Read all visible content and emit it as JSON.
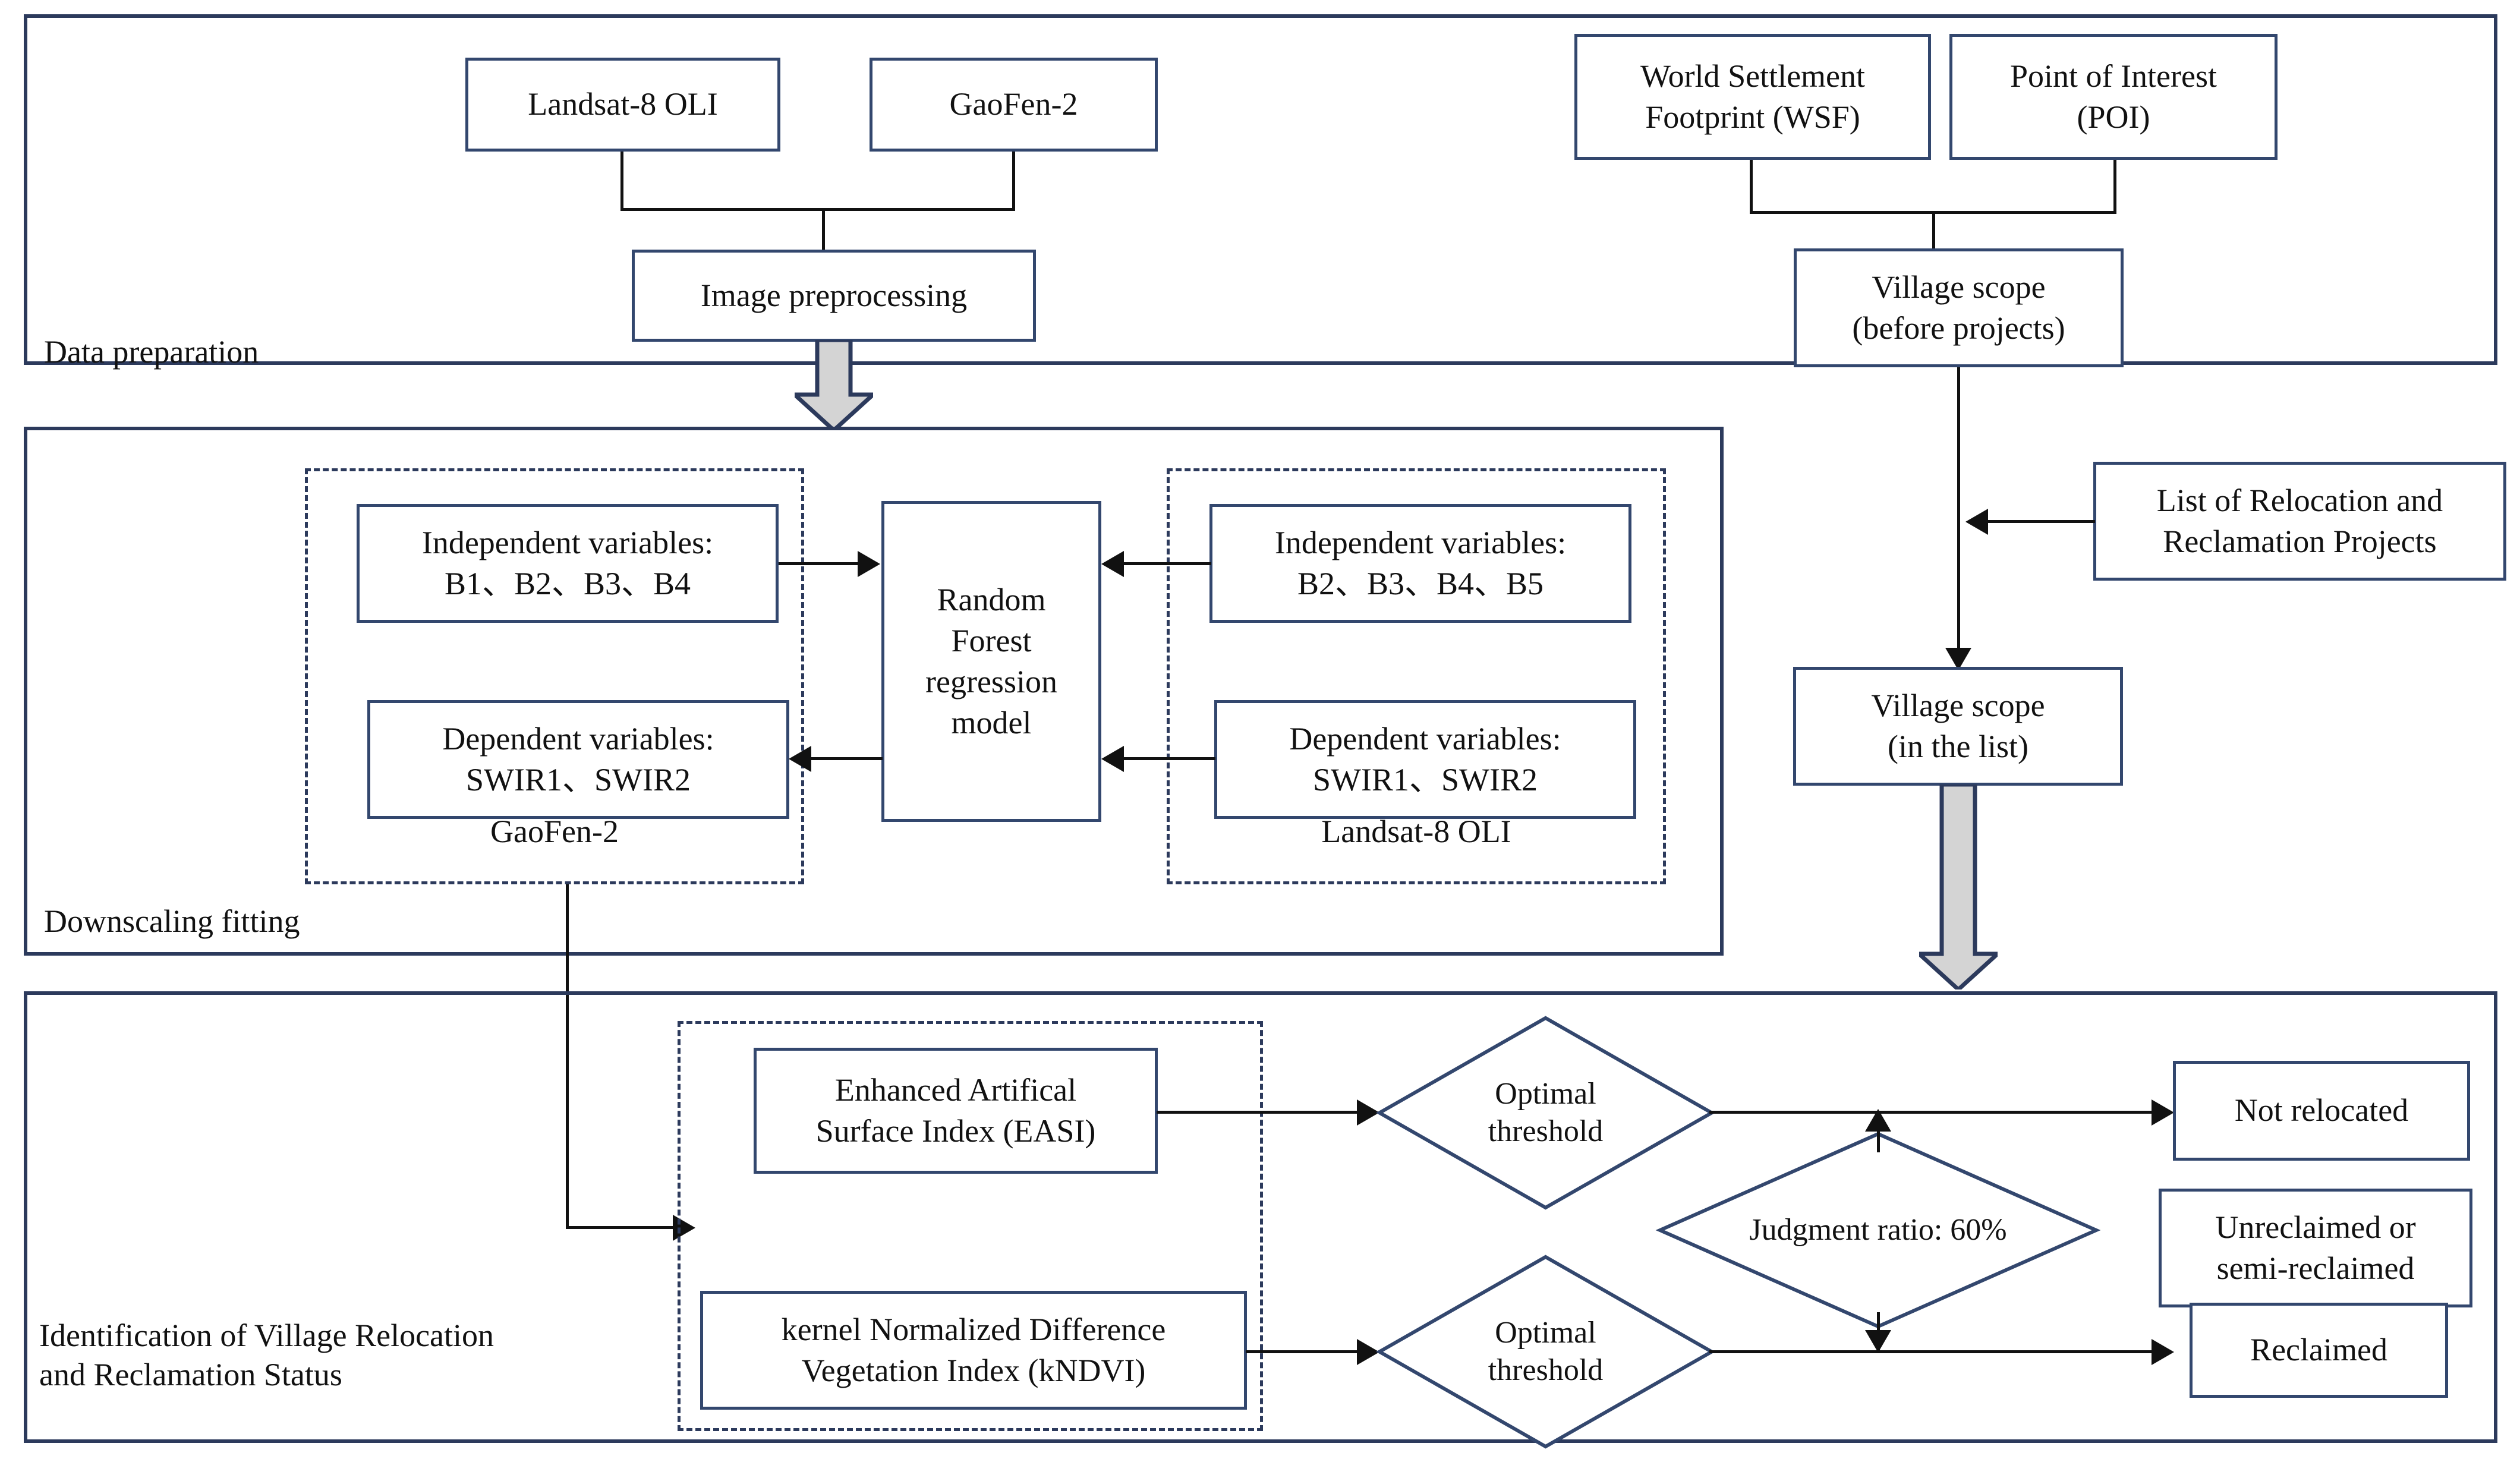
{
  "figure": {
    "type": "flowchart",
    "title": "Village relocation and reclamation identification workflow"
  },
  "stages": [
    {
      "id": "data-preparation",
      "label": "Data preparation"
    },
    {
      "id": "downscaling",
      "label": "Downscaling fitting"
    },
    {
      "id": "identification",
      "label": "Identification of Village Relocation\nand Reclamation Status"
    }
  ],
  "nodes": {
    "landsat8_src": "Landsat-8 OLI",
    "gaofen2_src": "GaoFen-2",
    "image_preproc": "Image preprocessing",
    "wsf": "World Settlement\nFootprint (WSF)",
    "poi": "Point of Interest\n(POI)",
    "village_before": "Village scope\n(before projects)",
    "project_list": "List of Relocation and\nReclamation Projects",
    "village_inlist": "Village scope\n(in the list)",
    "gf2_indep": "Independent variables:\nB1、B2、B3、B4",
    "gf2_dep": "Dependent variables:\nSWIR1、SWIR2",
    "rf_model": "Random\nForest\nregression\nmodel",
    "l8_indep": "Independent variables:\nB2、B3、B4、B5",
    "l8_dep": "Dependent variables:\nSWIR1、SWIR2",
    "easi": "Enhanced Artifical\nSurface Index (EASI)",
    "kndvi": "kernel Normalized Difference\nVegetation Index (kNDVI)",
    "threshold_top": "Optimal\nthreshold",
    "threshold_bot": "Optimal\nthreshold",
    "judgment": "Judgment ratio: 60%",
    "not_relocated": "Not relocated",
    "unreclaimed": "Unreclaimed or\nsemi-reclaimed",
    "reclaimed": "Reclaimed"
  },
  "groups": {
    "gf2_group": "GaoFen-2",
    "l8_group": "Landsat-8 OLI"
  },
  "colors": {
    "box_border": "#33476e",
    "panel_border": "#2c3a5c",
    "dash_border": "#2c3a5c",
    "line": "#111111",
    "block_arrow_fill": "#d4d4d4",
    "block_arrow_stroke": "#2c3a5c",
    "text": "#111111",
    "background": "#ffffff"
  }
}
